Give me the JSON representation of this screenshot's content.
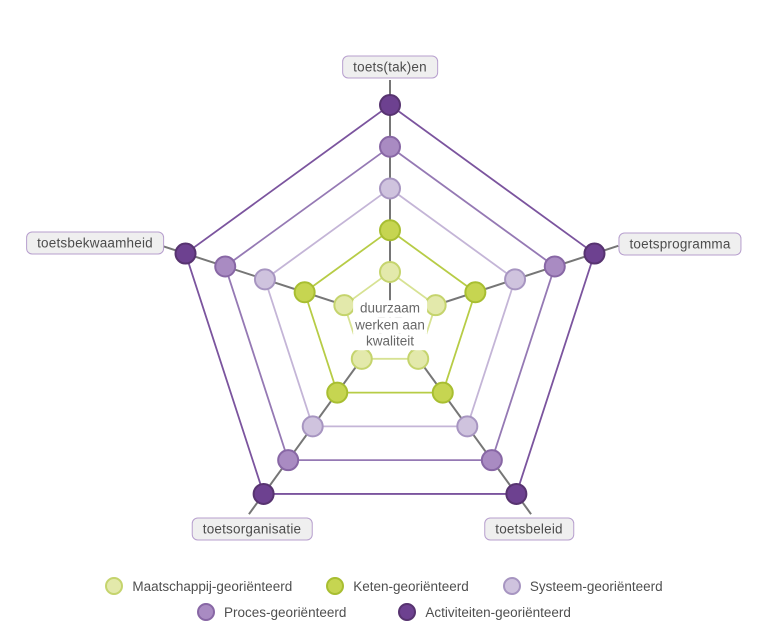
{
  "chart_data": {
    "type": "radar",
    "center_label": "duurzaam werken aan kwaliteit",
    "center_label_lines": [
      "duurzaam",
      "werken aan",
      "kwaliteit"
    ],
    "axes": [
      {
        "label": "toets(tak)en"
      },
      {
        "label": "toetsprogramma"
      },
      {
        "label": "toetsbeleid"
      },
      {
        "label": "toetsorganisatie"
      },
      {
        "label": "toetsbekwaamheid"
      }
    ],
    "rings": [
      {
        "name": "Maatschappij-georiënteerd",
        "level": 1,
        "dot_fill": "#e3e9ab",
        "dot_stroke": "#c5d46d",
        "line": "#d7e293"
      },
      {
        "name": "Keten-georiënteerd",
        "level": 2,
        "dot_fill": "#c6d551",
        "dot_stroke": "#a8be31",
        "line": "#b7cc46"
      },
      {
        "name": "Systeem-georiënteerd",
        "level": 3,
        "dot_fill": "#cfc3de",
        "dot_stroke": "#a795c1",
        "line": "#c4b5d7"
      },
      {
        "name": "Proces-georiënteerd",
        "level": 4,
        "dot_fill": "#a98bc2",
        "dot_stroke": "#8867a5",
        "line": "#9579b4"
      },
      {
        "name": "Activiteiten-georiënteerd",
        "level": 5,
        "dot_fill": "#6d4190",
        "dot_stroke": "#573370",
        "line": "#7b549e"
      }
    ],
    "axis_line_color": "#767676",
    "legend_rows": [
      [
        0,
        1,
        2
      ],
      [
        3,
        4
      ]
    ]
  }
}
